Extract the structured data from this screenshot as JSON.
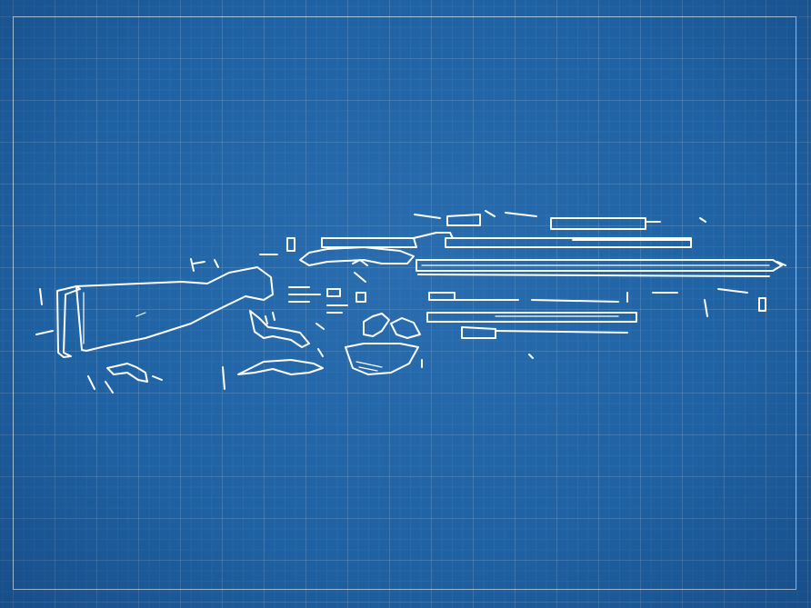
{
  "sheet": {
    "background_color": "#1f62a3",
    "line_color": "#ffffff",
    "grid": true
  },
  "drawing": {
    "subject": "rifle-exploded-parts-icon",
    "part_groups": [
      "stock",
      "trigger-group",
      "receiver",
      "barrel",
      "sights",
      "small-parts"
    ]
  }
}
